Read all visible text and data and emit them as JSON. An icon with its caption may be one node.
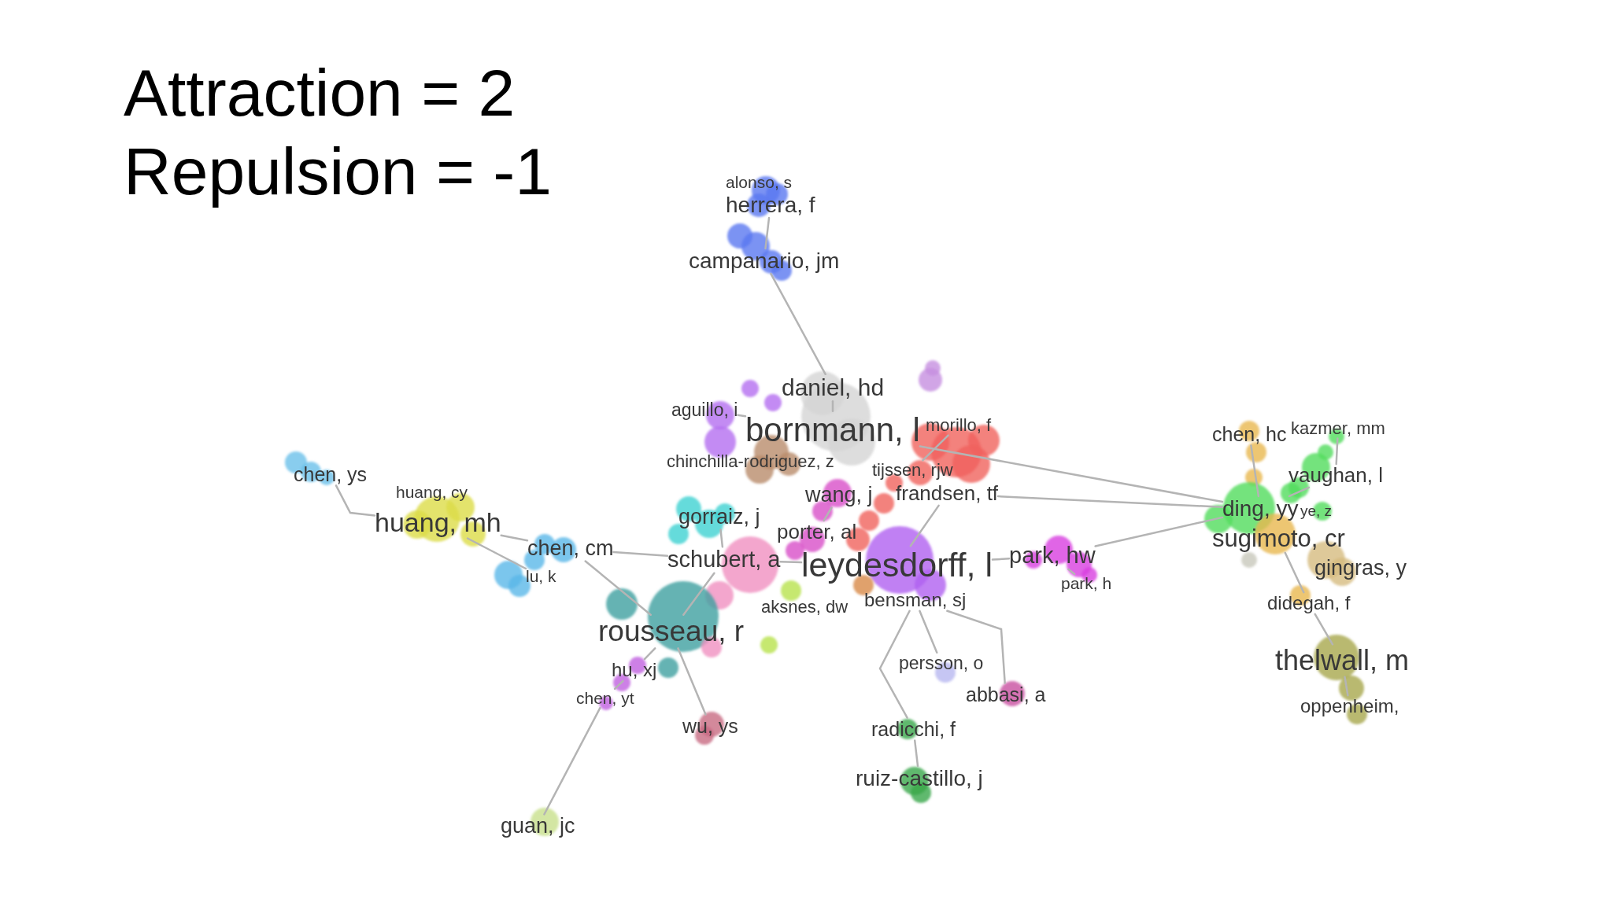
{
  "diagram": {
    "title": "Attraction = 2 Repulsion = -1",
    "nodes": [
      {
        "text": [
          "alonso, s"
        ]
      },
      {
        "text": [
          "herrera, f"
        ]
      },
      {
        "text": [
          "campanario, jm"
        ]
      },
      {
        "text": [
          "daniel, hd"
        ]
      },
      {
        "text": [
          "aguillo, i"
        ]
      },
      {
        "text": [
          "bornmann, l"
        ]
      },
      {
        "text": [
          "morillo, f"
        ]
      },
      {
        "text": [
          "chinchilla-rodriguez, z"
        ]
      },
      {
        "text": [
          "tijssen, rjw"
        ]
      },
      {
        "text": [
          "chen, hc"
        ]
      },
      {
        "text": [
          "kazmer, mm"
        ]
      },
      {
        "text": [
          "vaughan, l"
        ]
      },
      {
        "text": [
          "chen, ys"
        ]
      },
      {
        "text": [
          "huang, cy"
        ]
      },
      {
        "text": [
          "wang, j"
        ]
      },
      {
        "text": [
          "frandsen, tf"
        ]
      },
      {
        "text": [
          "ding, yy"
        ]
      },
      {
        "text": [
          "ye, z"
        ]
      },
      {
        "text": [
          "huang, mh"
        ]
      },
      {
        "text": [
          "gorraiz, j"
        ]
      },
      {
        "text": [
          "porter, al"
        ]
      },
      {
        "text": [
          "sugimoto, cr"
        ]
      },
      {
        "text": [
          "chen, cm"
        ]
      },
      {
        "text": [
          "schubert, a"
        ]
      },
      {
        "text": [
          "leydesdorff, l"
        ]
      },
      {
        "text": [
          "park, hw"
        ]
      },
      {
        "text": [
          "gingras, y"
        ]
      },
      {
        "text": [
          "lu, k"
        ]
      },
      {
        "text": [
          "park, h"
        ]
      },
      {
        "text": [
          "aksnes, dw"
        ]
      },
      {
        "text": [
          "bensman, sj"
        ]
      },
      {
        "text": [
          "didegah, f"
        ]
      },
      {
        "text": [
          "rousseau, r"
        ]
      },
      {
        "text": [
          "persson, o"
        ]
      },
      {
        "text": [
          "thelwall, m"
        ]
      },
      {
        "text": [
          "hu, xj"
        ]
      },
      {
        "text": [
          "abbasi, a"
        ]
      },
      {
        "text": [
          "chen, yt"
        ]
      },
      {
        "text": [
          "oppenheim,"
        ]
      },
      {
        "text": [
          "wu, ys"
        ]
      },
      {
        "text": [
          "radicchi, f"
        ]
      },
      {
        "text": [
          "ruiz-castillo, j"
        ]
      },
      {
        "text": [
          "guan, jc"
        ]
      }
    ],
    "edges": [
      {
        "from": 1,
        "to": 2,
        "arrow": "none"
      },
      {
        "from": 2,
        "to": 3,
        "arrow": "none"
      },
      {
        "from": 3,
        "to": 5,
        "arrow": "none"
      },
      {
        "from": 4,
        "to": 5,
        "arrow": "none"
      },
      {
        "from": 6,
        "to": 8,
        "arrow": "none"
      },
      {
        "from": 5,
        "to": 16,
        "arrow": "none"
      },
      {
        "from": 15,
        "to": 16,
        "arrow": "none"
      },
      {
        "from": 25,
        "to": 16,
        "arrow": "none"
      },
      {
        "from": 16,
        "to": 11,
        "arrow": "none"
      },
      {
        "from": 11,
        "to": 10,
        "arrow": "none"
      },
      {
        "from": 16,
        "to": 9,
        "arrow": "none"
      },
      {
        "from": 21,
        "to": 31,
        "arrow": "none"
      },
      {
        "from": 31,
        "to": 34,
        "arrow": "none"
      },
      {
        "from": 34,
        "to": 38,
        "arrow": "none"
      },
      {
        "from": 12,
        "to": 18,
        "arrow": "none"
      },
      {
        "from": 18,
        "to": 22,
        "arrow": "none"
      },
      {
        "from": 18,
        "to": 27,
        "arrow": "none"
      },
      {
        "from": 22,
        "to": 23,
        "arrow": "none"
      },
      {
        "from": 22,
        "to": 32,
        "arrow": "none"
      },
      {
        "from": 19,
        "to": 23,
        "arrow": "none"
      },
      {
        "from": 32,
        "to": 23,
        "arrow": "none"
      },
      {
        "from": 23,
        "to": 24,
        "arrow": "none"
      },
      {
        "from": 14,
        "to": 20,
        "arrow": "none"
      },
      {
        "from": 15,
        "to": 24,
        "arrow": "none"
      },
      {
        "from": 24,
        "to": 25,
        "arrow": "none"
      },
      {
        "from": 25,
        "to": 28,
        "arrow": "none"
      },
      {
        "from": 32,
        "to": 35,
        "arrow": "none"
      },
      {
        "from": 35,
        "to": 37,
        "arrow": "none"
      },
      {
        "from": 37,
        "to": 42,
        "arrow": "none"
      },
      {
        "from": 32,
        "to": 39,
        "arrow": "none"
      },
      {
        "from": 30,
        "to": 33,
        "arrow": "none"
      },
      {
        "from": 30,
        "to": 40,
        "arrow": "none"
      },
      {
        "from": 30,
        "to": 36,
        "arrow": "none"
      },
      {
        "from": 40,
        "to": 41,
        "arrow": "none"
      }
    ]
  }
}
